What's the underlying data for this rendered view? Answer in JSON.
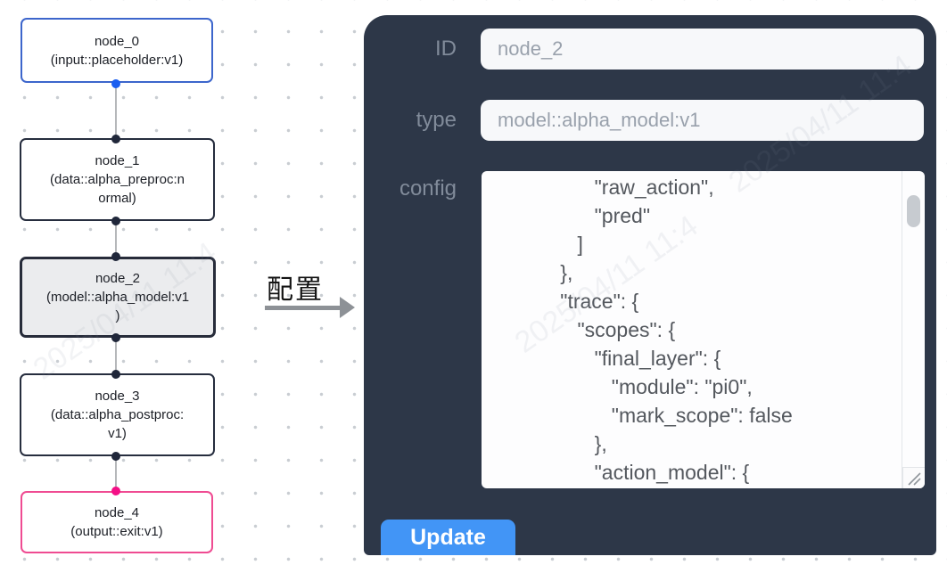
{
  "flow": {
    "nodes": [
      {
        "title": "node_0",
        "subtitle": "(input::placeholder:v1)"
      },
      {
        "title": "node_1",
        "subtitle": "(data::alpha_preproc:n\normal)"
      },
      {
        "title": "node_2",
        "subtitle": "(model::alpha_model:v1\n)"
      },
      {
        "title": "node_3",
        "subtitle": "(data::alpha_postproc:\nv1)"
      },
      {
        "title": "node_4",
        "subtitle": "(output::exit:v1)"
      }
    ]
  },
  "transfer": {
    "label": "配置"
  },
  "panel": {
    "fields": [
      {
        "label": "ID",
        "value": "node_2"
      },
      {
        "label": "type",
        "value": "model::alpha_model:v1"
      },
      {
        "label": "config",
        "value": "                 \"raw_action\",\n                 \"pred\"\n              ]\n           },\n           \"trace\": {\n              \"scopes\": {\n                 \"final_layer\": {\n                    \"module\": \"pi0\",\n                    \"mark_scope\": false\n                 },\n                 \"action_model\": {"
      }
    ],
    "update_label": "Update"
  },
  "watermark": {
    "text": "2025/04/11 11:4"
  },
  "colors": {
    "panel_bg": "#2d3748",
    "accent_blue": "#4295f6",
    "input_bg": "#f7f8fa",
    "node_selected_bg": "#ebecee",
    "input_node_border": "#3d66cc",
    "output_node_border": "#ef4b92",
    "default_node_border": "#262d3e",
    "handle_blue": "#1a5ef0",
    "handle_pink": "#f40f86",
    "edge_gray": "#b5b7ba"
  }
}
